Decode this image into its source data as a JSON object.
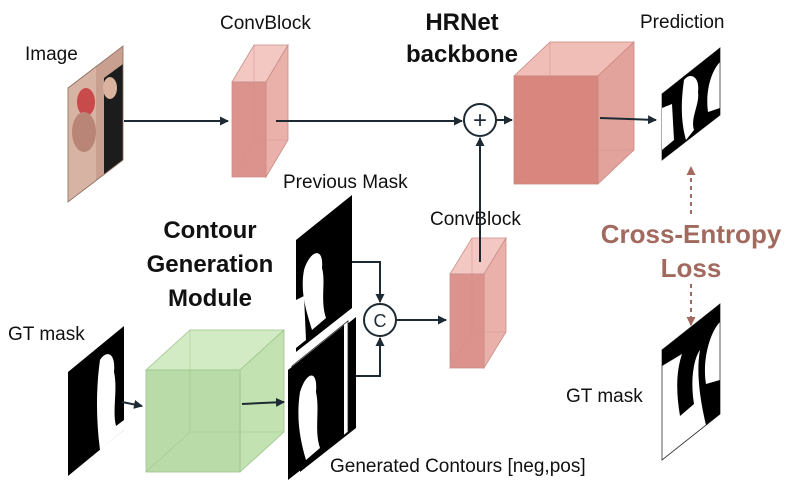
{
  "labels": {
    "image": "Image",
    "convblock_top": "ConvBlock",
    "hrnet_line1": "HRNet",
    "hrnet_line2": "backbone",
    "prediction": "Prediction",
    "previous_mask": "Previous Mask",
    "convblock_bottom": "ConvBlock",
    "cgm_line1": "Contour",
    "cgm_line2": "Generation",
    "cgm_line3": "Module",
    "gt_mask_left": "GT mask",
    "gt_mask_right": "GT mask",
    "generated_contours": "Generated Contours [neg,pos]",
    "loss_line1": "Cross-Entropy",
    "loss_line2": "Loss",
    "plus_symbol": "+",
    "concat_symbol": "C"
  },
  "colors": {
    "conv_block": "#e8a9a3",
    "hrnet_block": "#d9867e",
    "cgm_block": "#b9dba7",
    "loss": "#a26a5e",
    "arrow": "#1e2a33"
  }
}
